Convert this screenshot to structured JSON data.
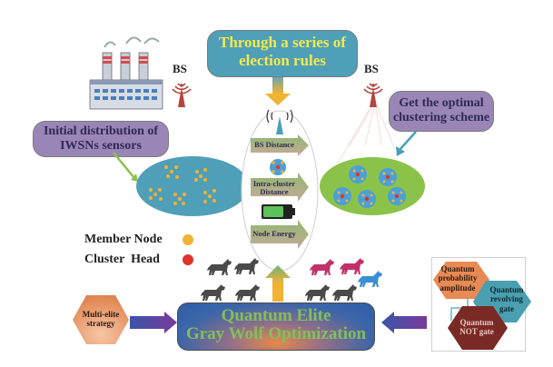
{
  "top_callout": {
    "line1": "Through a series of",
    "line2": "election rules"
  },
  "left_callout": {
    "line1": "Initial distribution of",
    "line2": "IWSNs sensors"
  },
  "right_callout": {
    "line1": "Get the optimal",
    "line2": "clustering scheme"
  },
  "base_station_left": {
    "label": "BS"
  },
  "base_station_right": {
    "label": "BS"
  },
  "criteria": [
    {
      "label": "BS Distance"
    },
    {
      "label": "Intra-cluster Distance"
    },
    {
      "label": "Node Energy"
    }
  ],
  "legend": {
    "member_node": {
      "label": "Member Node",
      "color": "#f2b233"
    },
    "cluster_head": {
      "label": "Cluster  Head",
      "color": "#e0332b"
    }
  },
  "main_algorithm": {
    "line1": "Quantum Elite",
    "line2": "Gray Wolf Optimization"
  },
  "multi_elite": {
    "line1": "Multi-elite",
    "line2": "strategy"
  },
  "quantum_components": [
    {
      "label": "Quantum probability amplitude",
      "color": "#e88a55"
    },
    {
      "label": "Quantum revolving gate",
      "color": "#4a9fb0"
    },
    {
      "label": "Quantum NOT gate",
      "color": "#7a2a25"
    }
  ],
  "colors": {
    "teal": "#4f9fb8",
    "purple": "#9a86b6",
    "cluster_field": "#8bc34a",
    "sensor_field": "#4f9fb8",
    "tower": "#b5453c"
  }
}
